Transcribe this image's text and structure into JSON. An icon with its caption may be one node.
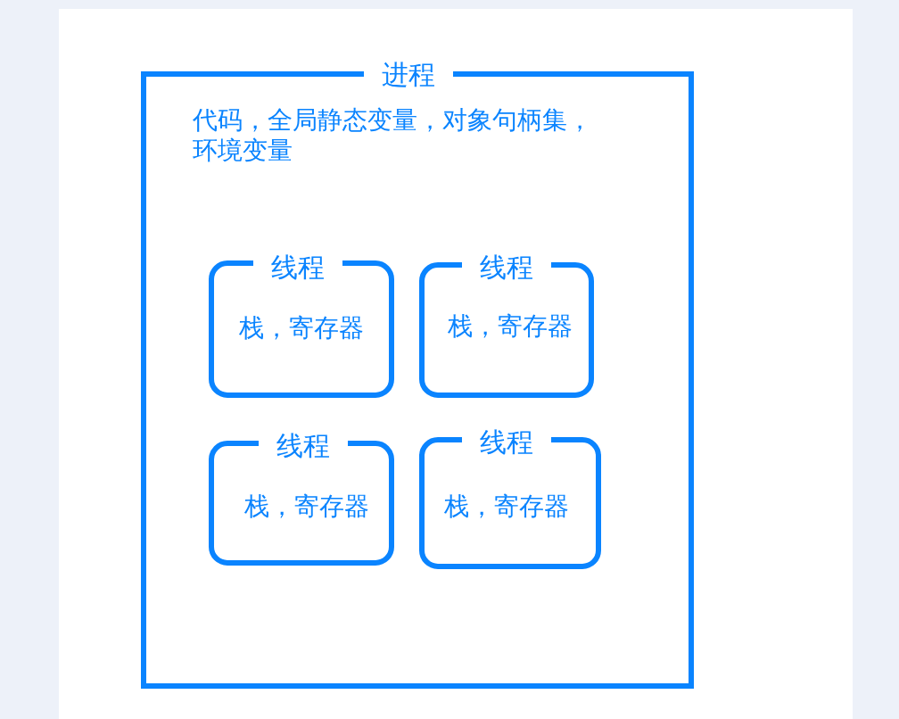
{
  "diagram": {
    "nodes": [
      {
        "text": [
          "进程",
          "代码，全局静态变量，对象句柄集，环境变量"
        ]
      },
      {
        "text": [
          "线程",
          "栈，寄存器"
        ],
        "in": 0
      },
      {
        "text": [
          "线程",
          "栈，寄存器"
        ],
        "in": 0
      },
      {
        "text": [
          "线程",
          "栈，寄存器"
        ],
        "in": 0
      },
      {
        "text": [
          "线程",
          "栈，寄存器"
        ],
        "in": 0
      }
    ]
  }
}
